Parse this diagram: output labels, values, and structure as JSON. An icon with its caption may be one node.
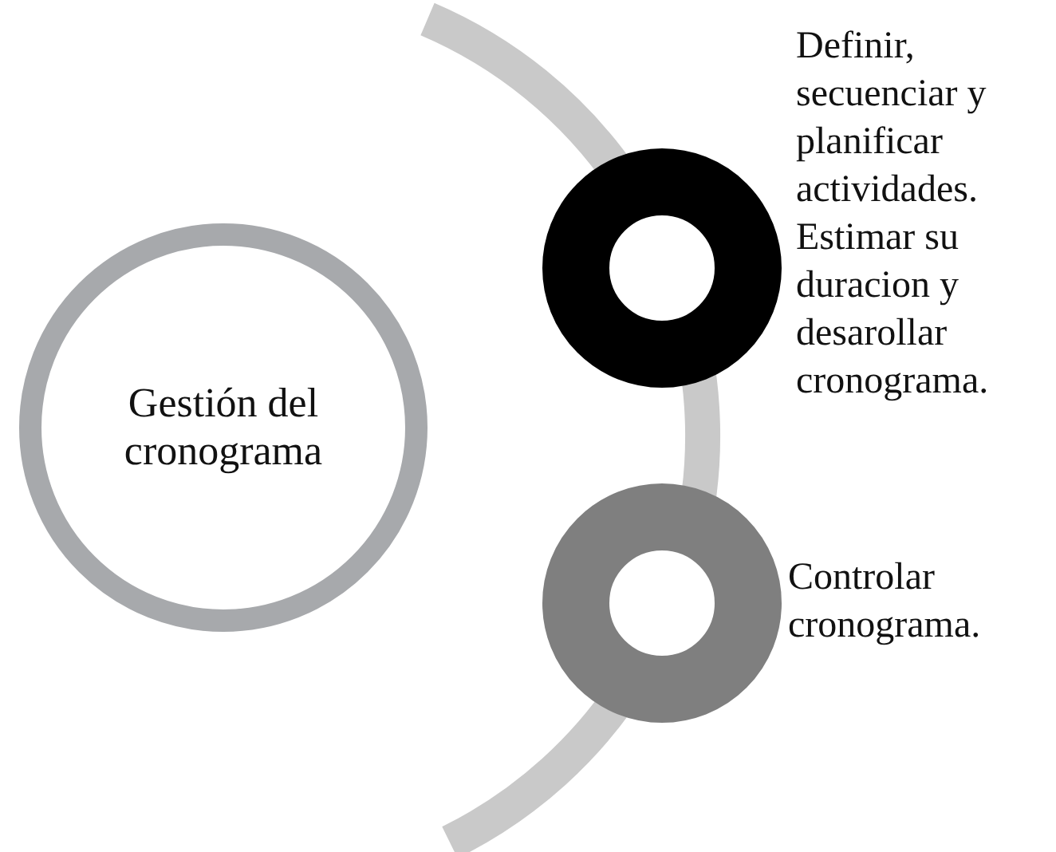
{
  "diagram": {
    "nodes": [
      {
        "text": [
          "Gestión del cronograma"
        ]
      },
      {
        "text": [],
        "shape": "circle",
        "beside": [
          "Definir, secuenciar y planificar actividades. Estimar su duracion y desarollar cronograma."
        ]
      },
      {
        "text": [],
        "shape": "circle",
        "beside": [
          "Controlar cronograma."
        ]
      }
    ]
  }
}
